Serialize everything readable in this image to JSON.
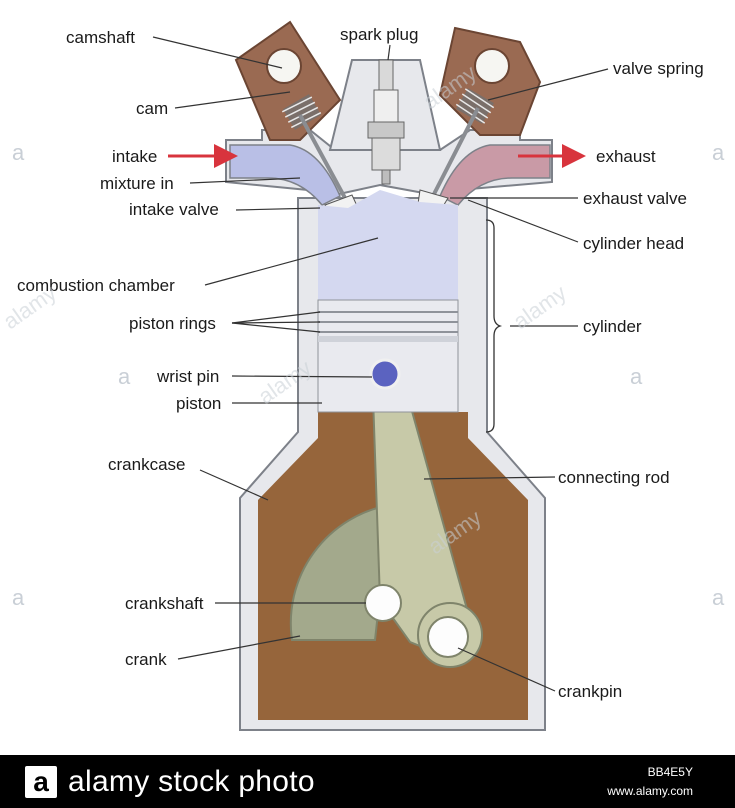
{
  "diagram": {
    "labels": {
      "camshaft": "camshaft",
      "spark_plug": "spark plug",
      "valve_spring": "valve spring",
      "cam": "cam",
      "intake": "intake",
      "exhaust": "exhaust",
      "mixture_in": "mixture in",
      "exhaust_valve": "exhaust valve",
      "intake_valve": "intake valve",
      "cylinder_head": "cylinder head",
      "combustion_chamber": "combustion chamber",
      "piston_rings": "piston rings",
      "cylinder": "cylinder",
      "wrist_pin": "wrist pin",
      "piston": "piston",
      "crankcase": "crankcase",
      "connecting_rod": "connecting rod",
      "crankshaft": "crankshaft",
      "crank": "crank",
      "crankpin": "crankpin"
    },
    "colors": {
      "engine_block": "#e7e8ec",
      "block_outline": "#7d8189",
      "chamber": "#d4d8f0",
      "oil": "#96653b",
      "crank": "#a3a98c",
      "rod": "#c7c9a8",
      "intake_port": "#b9bfe6",
      "exhaust_port": "#c99aa6",
      "cam_housing": "#9a6a52",
      "arrow": "#d8343d",
      "wrist_pin": "#5b63c0"
    }
  },
  "watermark": {
    "text": "alamy",
    "small": "a"
  },
  "footer": {
    "logo_letter": "a",
    "brand": "alamy stock photo",
    "code": "BB4E5Y",
    "site": "www.alamy.com"
  }
}
